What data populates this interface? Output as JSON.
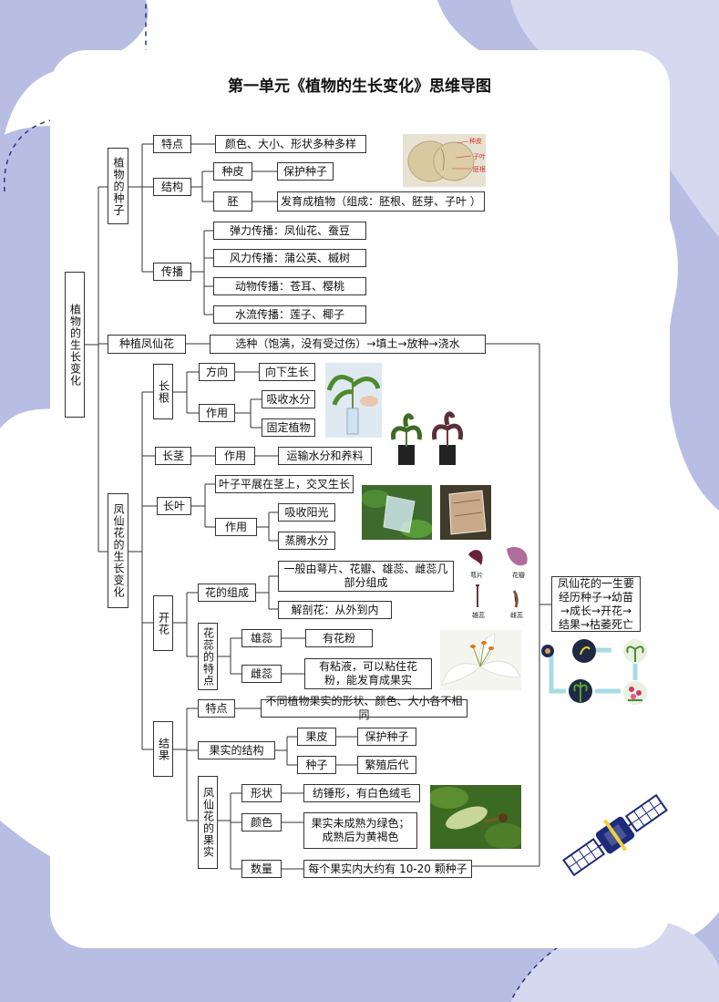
{
  "title": "第一单元《植物的生长变化》思维导图",
  "root": "植物的生长变化",
  "seed": {
    "label": "植物的种子",
    "features": {
      "label": "特点",
      "text": "颜色、大小、形状多种多样"
    },
    "structure": {
      "label": "结构",
      "coat": "种皮",
      "coat_text": "保护种子",
      "embryo": "胚",
      "embryo_text": "发育成植物（组成：胚根、胚芽、子叶 ）"
    },
    "spread": {
      "label": "传播",
      "items": [
        "弹力传播：凤仙花、蚕豆",
        "风力传播：蒲公英、槭树",
        "动物传播：苍耳、樱桃",
        "水流传播：莲子、椰子"
      ]
    }
  },
  "planting": {
    "label": "种植凤仙花",
    "steps": "选种（饱满，没有受过伤）→填土→放种→浇水"
  },
  "growth": {
    "label": "凤仙花的生长变化",
    "root": {
      "label": "长根",
      "direction": "方向",
      "direction_text": "向下生长",
      "function": "作用",
      "absorb": "吸收水分",
      "fix": "固定植物"
    },
    "stem": {
      "label": "长茎",
      "function": "作用",
      "text": "运输水分和养料"
    },
    "leaf": {
      "label": "长叶",
      "arrangement": "叶子平展在茎上，交叉生长",
      "function": "作用",
      "sun": "吸收阳光",
      "evap": "蒸腾水分"
    },
    "flower": {
      "label": "开花",
      "composition": "花的组成",
      "comp_text": "一般由萼片、花瓣、雄蕊、雌蕊几部分组成",
      "dissect": "解剖花：从外到内",
      "stamen_pistil": "花蕊的特点",
      "stamen": "雄蕊",
      "stamen_text": "有花粉",
      "pistil": "雌蕊",
      "pistil_text": "有粘液，可以粘住花粉，能发育成果实"
    },
    "fruit": {
      "label": "结果",
      "feature": "特点",
      "feature_text": "不同植物果实的形状、颜色、大小各不相同",
      "structure": "果实的结构",
      "peel": "果皮",
      "peel_text": "保护种子",
      "seed": "种子",
      "seed_text": "繁殖后代",
      "impatiens_fruit": "凤仙花的果实",
      "shape": "形状",
      "shape_text": "纺锤形，有白色绒毛",
      "color": "颜色",
      "color_text": "果实未成熟为绿色；成熟后为黄褐色",
      "count": "数量",
      "count_text": "每个果实内大约有 10-20 颗种子"
    }
  },
  "lifecycle": "凤仙花的一生要经历种子→幼苗→成长→开花→结果→枯萎死亡",
  "seed_photo_labels": [
    "种皮",
    "子叶",
    "胚根"
  ],
  "flower_photo_labels": [
    "萼片",
    "花瓣",
    "雄蕊",
    "雌蕊"
  ],
  "colors": {
    "bg_blob": "#b8bde3",
    "bg_blob_light": "#d5d9f0",
    "dash": "#2a3580",
    "line": "#333333"
  }
}
